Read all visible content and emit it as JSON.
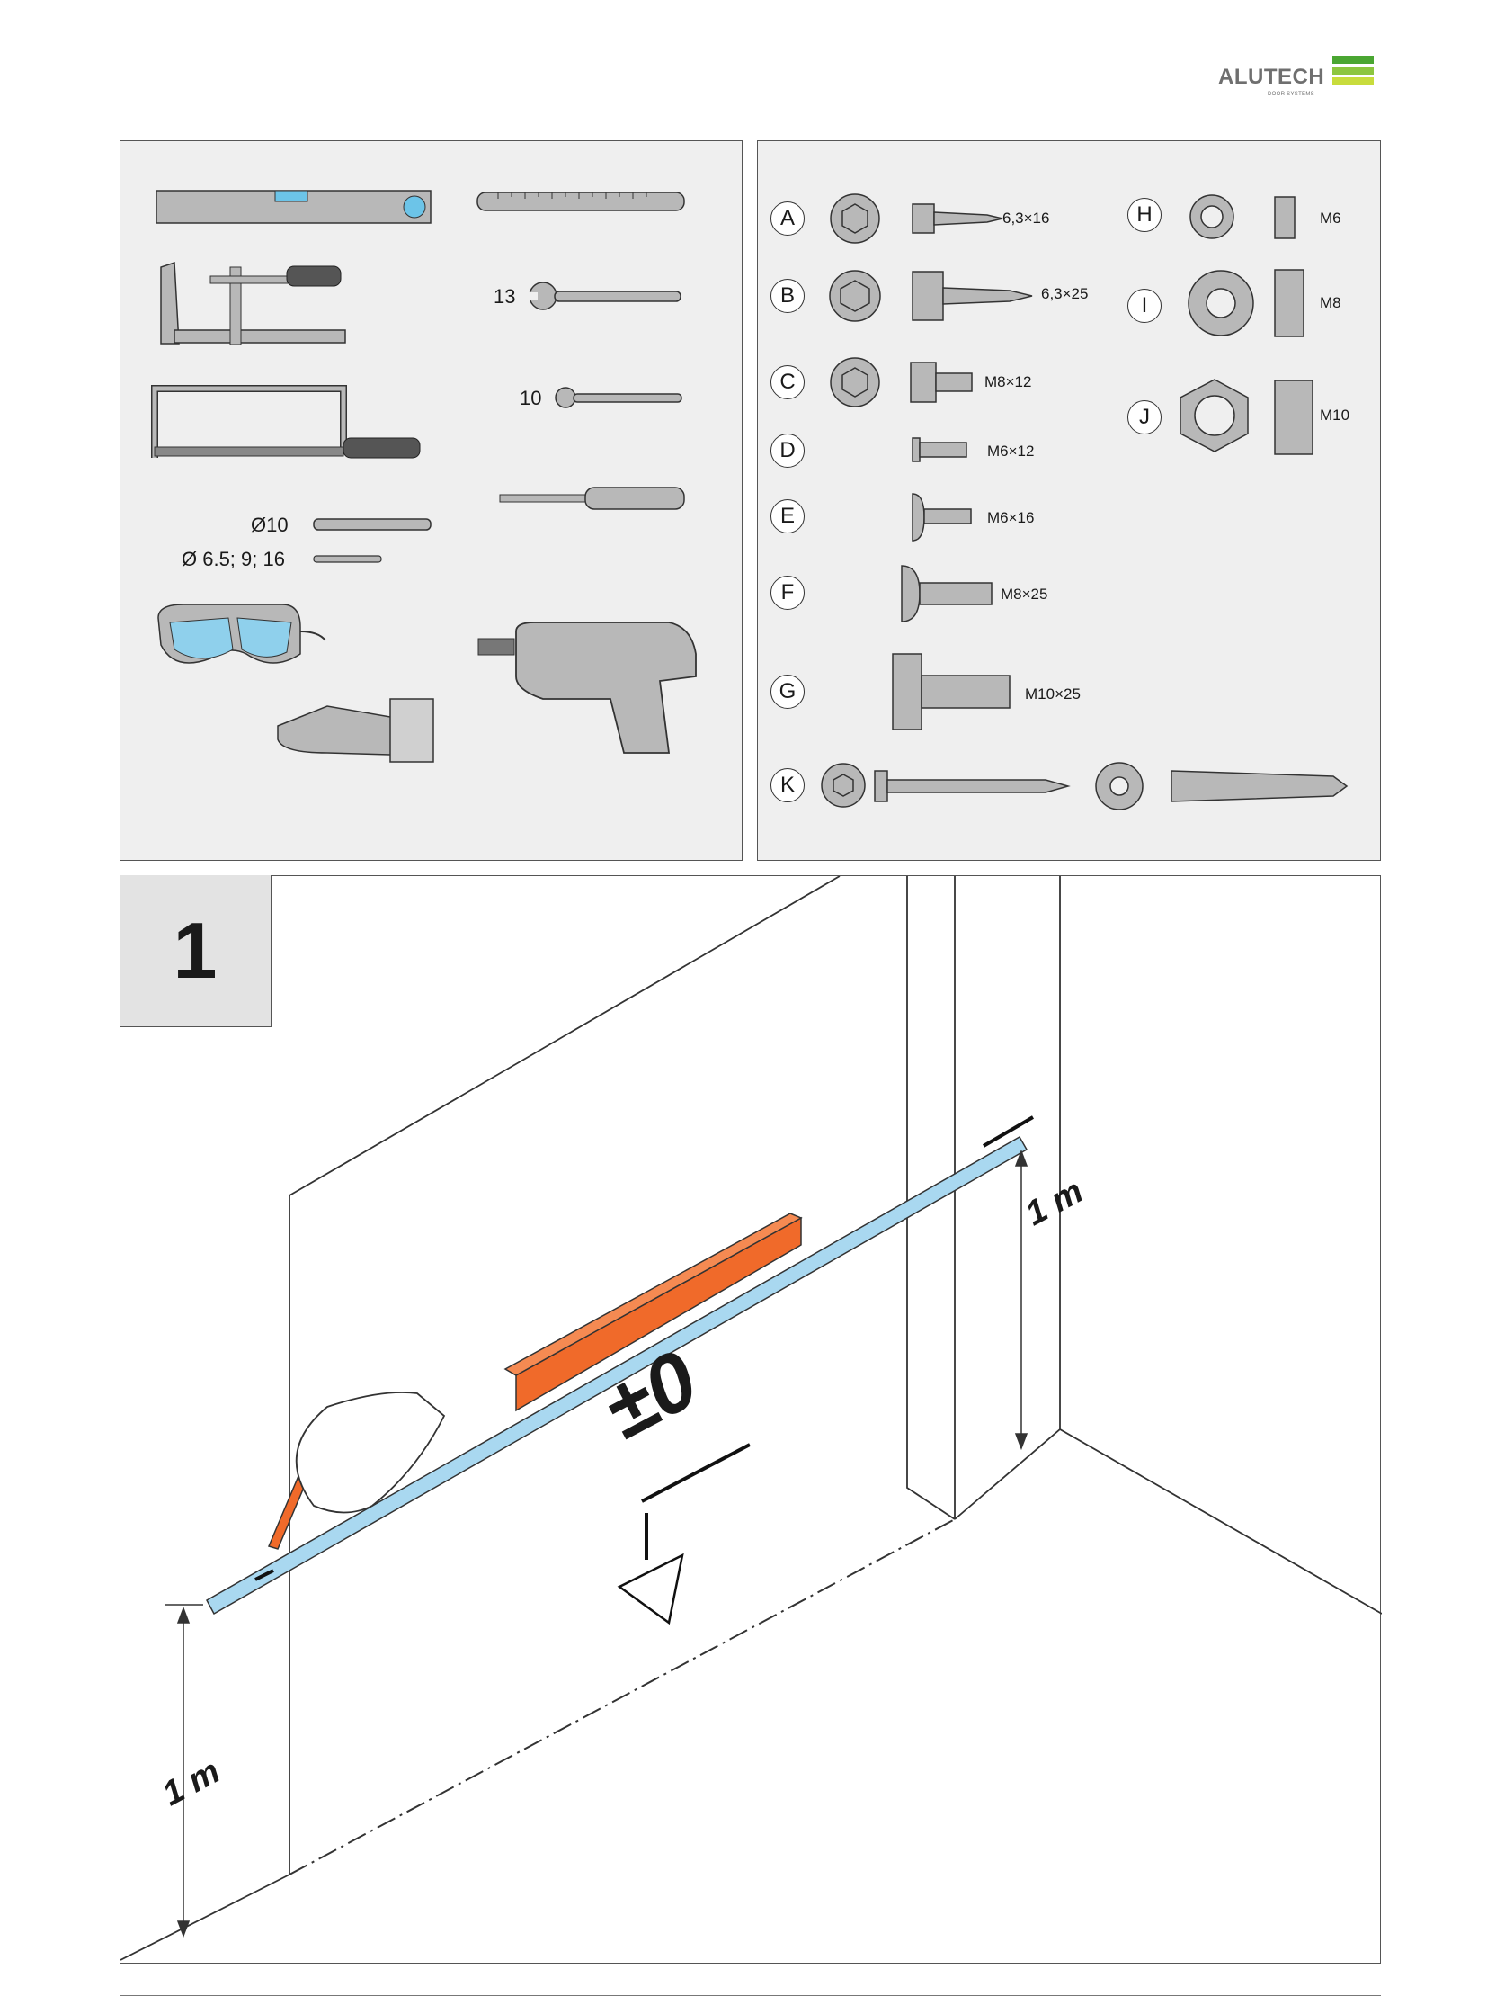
{
  "brand": {
    "name": "ALUTECH",
    "tagline": "DOOR SYSTEMS",
    "colors": [
      "#4aa632",
      "#8cc63f",
      "#c8dc3c"
    ]
  },
  "tools": {
    "wrench_13": "13",
    "wrench_10": "10",
    "drill_bit_large": "Ø10",
    "drill_bits_small": "Ø 6.5; 9; 16"
  },
  "fasteners": [
    {
      "id": "A",
      "size": "6,3×16"
    },
    {
      "id": "B",
      "size": "6,3×25"
    },
    {
      "id": "C",
      "size": "M8×12"
    },
    {
      "id": "D",
      "size": "M6×12"
    },
    {
      "id": "E",
      "size": "M6×16"
    },
    {
      "id": "F",
      "size": "M8×25"
    },
    {
      "id": "G",
      "size": "M10×25"
    },
    {
      "id": "H",
      "size": "M6"
    },
    {
      "id": "I",
      "size": "M8"
    },
    {
      "id": "J",
      "size": "M10"
    },
    {
      "id": "K",
      "size": ""
    }
  ],
  "step": {
    "number": "1",
    "height_right": "1 m",
    "height_left": "1 m",
    "zero_mark": "±0"
  }
}
